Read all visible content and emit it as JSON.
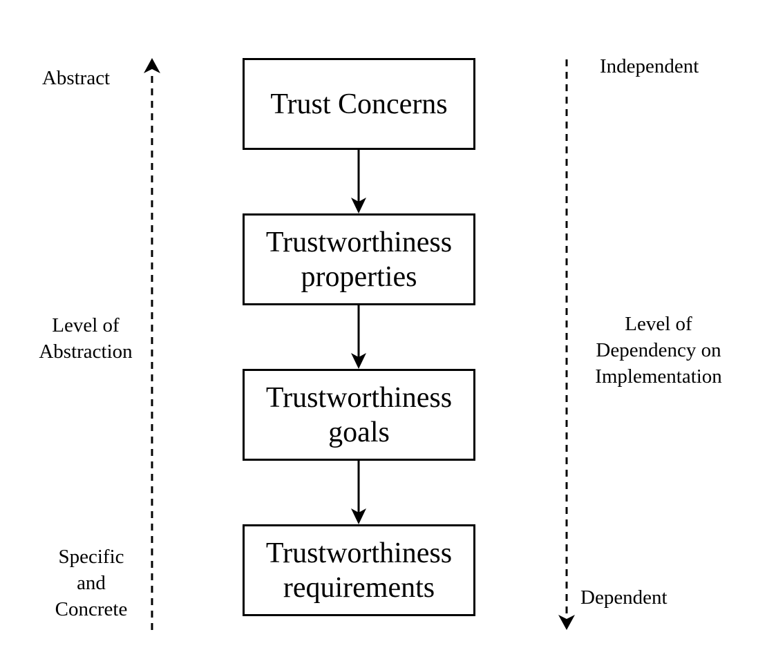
{
  "boxes": [
    {
      "lines": [
        "Trust Concerns"
      ]
    },
    {
      "lines": [
        "Trustworthiness",
        "properties"
      ]
    },
    {
      "lines": [
        "Trustworthiness",
        "goals"
      ]
    },
    {
      "lines": [
        "Trustworthiness",
        "requirements"
      ]
    }
  ],
  "left_axis": {
    "top_label": "Abstract",
    "middle_label": [
      "Level of",
      "Abstraction"
    ],
    "bottom_label": [
      "Specific",
      "and",
      "Concrete"
    ]
  },
  "right_axis": {
    "top_label": "Independent",
    "middle_label": [
      "Level of",
      "Dependency on",
      "Implementation"
    ],
    "bottom_label": "Dependent"
  }
}
